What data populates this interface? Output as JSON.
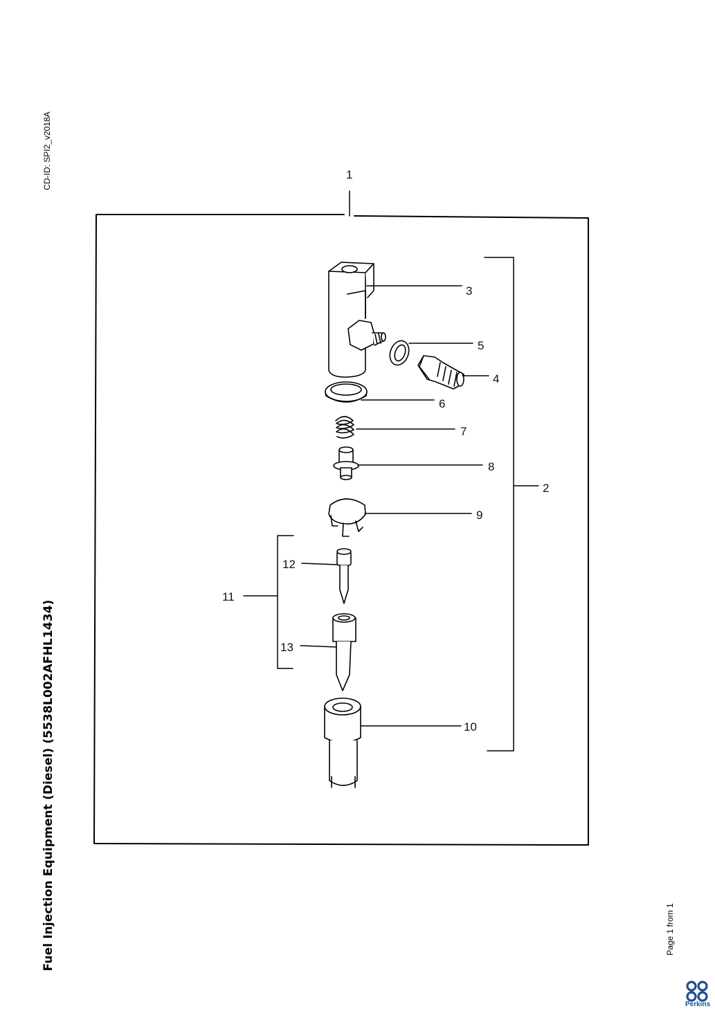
{
  "document": {
    "title": "Fuel Injection Equipment (Diesel) (5538L002AFHL1434)",
    "cd_id": "CD-ID: SPI2_v2018A",
    "page": "Page 1 from 1",
    "brand": "Perkins"
  },
  "callouts": {
    "c1": "1",
    "c2": "2",
    "c3": "3",
    "c4": "4",
    "c5": "5",
    "c6": "6",
    "c7": "7",
    "c8": "8",
    "c9": "9",
    "c10": "10",
    "c11": "11",
    "c12": "12",
    "c13": "13"
  }
}
